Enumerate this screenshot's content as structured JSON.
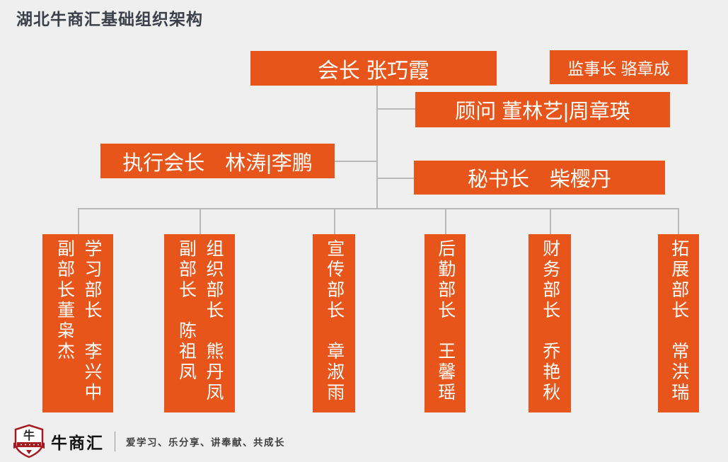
{
  "title": "湖北牛商汇基础组织架构",
  "colors": {
    "accent_orange": "#E8551A",
    "title_text": "#3A414B",
    "connector_gray": "#B8B8B8",
    "background": "#F0EFEF",
    "logo_red": "#A6191E",
    "box_text": "#FFFFFF"
  },
  "org": {
    "president": {
      "label": "会长 张巧霞"
    },
    "supervisor": {
      "label": "监事长 骆章成"
    },
    "advisor": {
      "label": "顾问 董林艺|周章瑛"
    },
    "executive_president": {
      "label": "执行会长　林涛|李鹏"
    },
    "secretary_general": {
      "label": "秘书长　柴樱丹"
    },
    "departments": [
      {
        "primary": "学习部长　李兴中",
        "deputy": "副部长董枭杰"
      },
      {
        "primary": "组织部长　熊丹凤",
        "deputy": "副部长　陈祖凤"
      },
      {
        "primary": "宣传部长　章淑雨"
      },
      {
        "primary": "后勤部长　王馨瑶"
      },
      {
        "primary": "财务部长　乔艳秋"
      },
      {
        "primary": "拓展部长　常洪瑞"
      }
    ]
  },
  "footer": {
    "brand": "牛商汇",
    "slogan": "爱学习、乐分享、讲奉献、共成长",
    "logo_icon": "niushanghui-shield-logo"
  }
}
